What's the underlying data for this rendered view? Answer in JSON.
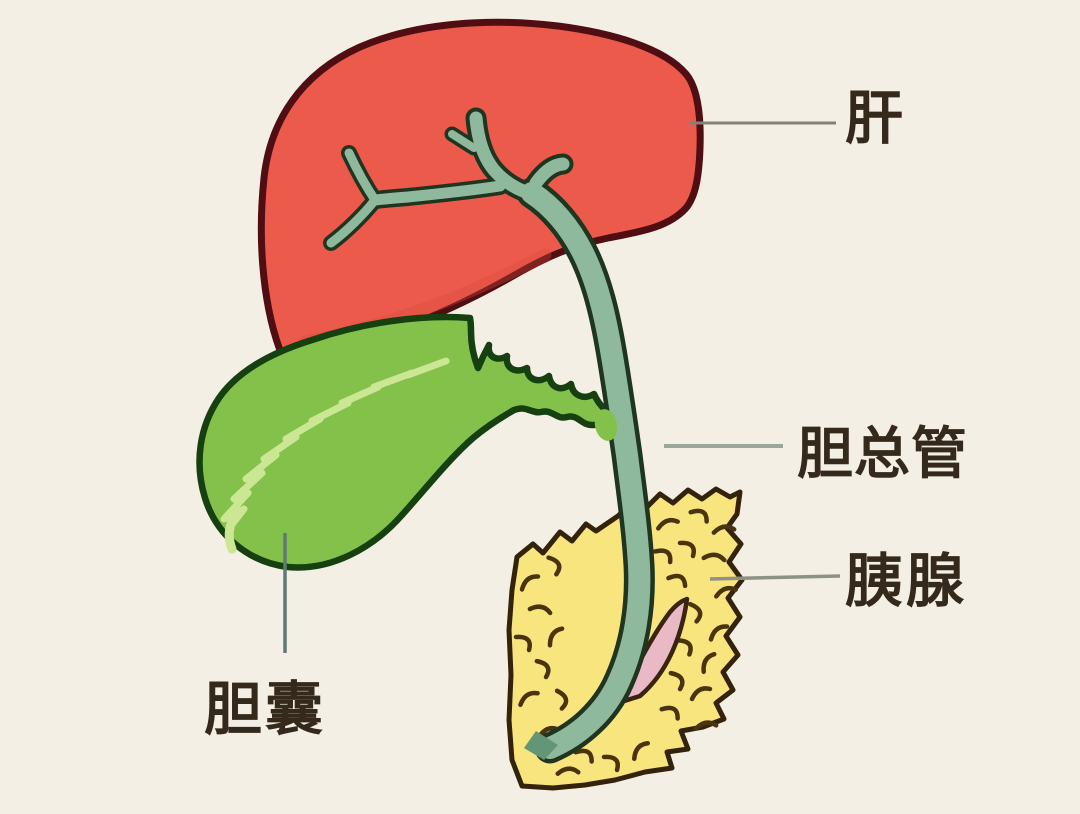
{
  "diagram": {
    "description": "biliary system anatomy cartoon",
    "background": "#f3efe4",
    "labels": {
      "liver": "肝",
      "common_bile_duct": "胆总管",
      "pancreas": "胰腺",
      "gallbladder": "胆囊"
    },
    "colors": {
      "liver_fill": "#ec5a4c",
      "liver_outline": "#500e12",
      "liver_shadow": "#d94a3c",
      "duct_fill": "#8fb99d",
      "duct_outline": "#20351f",
      "duct_tip_shadow": "#639676",
      "gallbladder_fill": "#84c14b",
      "gallbladder_outline": "#16400f",
      "gallbladder_highlight": "#cbe794",
      "pancreas_fill": "#f9e57d",
      "pancreas_outline": "#33230a",
      "pancreas_texture": "#4a3410",
      "pancreatic_duct_fill": "#e9bac6",
      "pancreatic_duct_outline": "#3a2410",
      "label_text": "#35291c",
      "leader_line_gray": "#81817a",
      "leader_line_green": "#9aa89b",
      "leader_line_olive": "#8d9186",
      "leader_line_teal": "#5c7b75"
    }
  }
}
